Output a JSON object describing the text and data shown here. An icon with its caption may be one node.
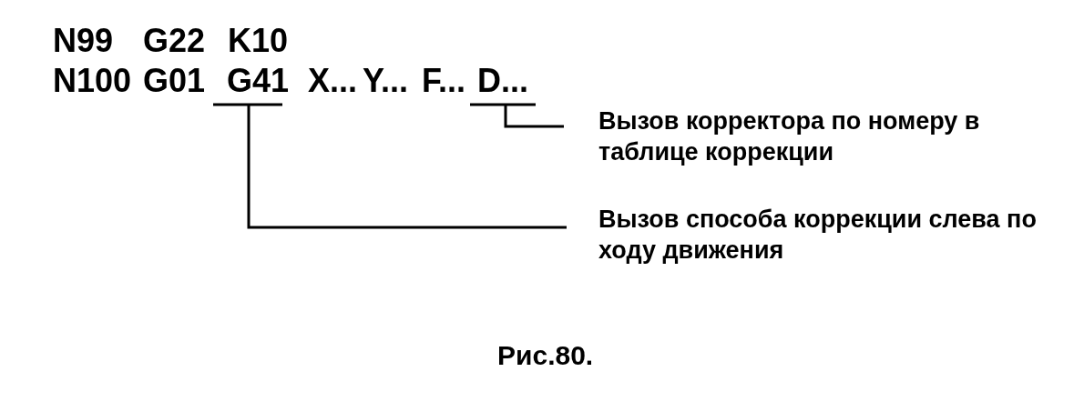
{
  "diagram": {
    "caption": "Рис.80.",
    "nodes": [
      {
        "text": [
          "G41"
        ]
      },
      {
        "text": [
          "D..."
        ]
      },
      {
        "text": [
          "Вызов корректора по номеру в таблице коррекции"
        ]
      },
      {
        "text": [
          "Вызов способа коррекции слева по ходу движения"
        ]
      }
    ],
    "edges": [
      {
        "from": 2,
        "to": 1,
        "arrow": "none"
      },
      {
        "from": 3,
        "to": 0,
        "arrow": "none"
      }
    ],
    "labels": [
      "N99",
      "G22",
      "K10",
      "N100",
      "G01",
      "X...",
      "Y...",
      "F..."
    ]
  }
}
